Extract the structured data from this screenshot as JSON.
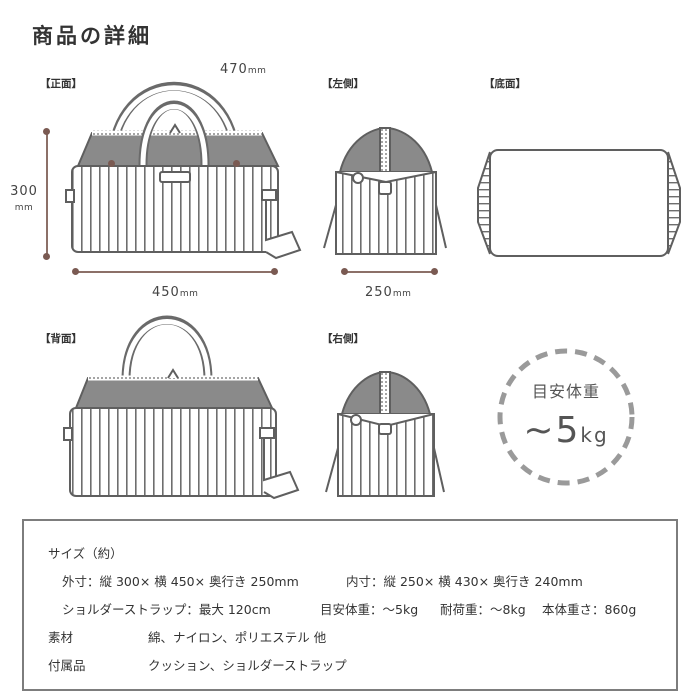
{
  "title": "商品の詳細",
  "views": {
    "front": "【正面】",
    "left": "【左側】",
    "bottom": "【底面】",
    "back": "【背面】",
    "right": "【右側】"
  },
  "dimensions": {
    "handle_value": "470",
    "handle_unit": "mm",
    "height_value": "300",
    "height_unit": "mm",
    "width_value": "450",
    "width_unit": "mm",
    "depth_value": "250",
    "depth_unit": "mm"
  },
  "badge": {
    "label": "目安体重",
    "weight_prefix": "~5",
    "weight_unit": "kg"
  },
  "specs": {
    "size_heading": "サイズ（約）",
    "outer": "外寸：縦 300× 横 450× 奥行き 250mm",
    "inner": "内寸：縦 250× 横 430× 奥行き 240mm",
    "strap": "ショルダーストラップ：最大 120cm",
    "target_weight": "目安体重：～5kg",
    "load": "耐荷重：～8kg",
    "body_weight": "本体重さ：860g",
    "material_label": "素材",
    "material_value": "綿、ナイロン、ポリエステル 他",
    "accessories_label": "付属品",
    "accessories_value": "クッション、ショルダーストラップ"
  }
}
